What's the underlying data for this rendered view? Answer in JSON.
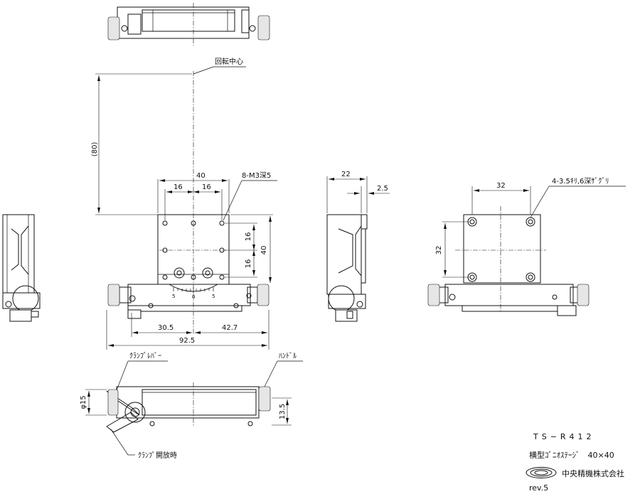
{
  "labels": {
    "rotation_center": "回転中心",
    "dim_80": "(80)",
    "dim_40_top": "40",
    "dim_16_left": "16",
    "dim_16_right": "16",
    "tapped_holes": "8-M3深5",
    "dim_16_v1": "16",
    "dim_16_v2": "16",
    "dim_40_v": "40",
    "dim_30_5": "30.5",
    "dim_42_7": "42.7",
    "dim_92_5": "92.5",
    "scale_5_left": "5",
    "scale_0": "0",
    "scale_5_right": "5",
    "dim_22": "22",
    "dim_2_5": "2.5",
    "dim_32_h": "32",
    "mount_holes": "4-3.5ｷﾘ,6深ｻﾞｸﾞﾘ",
    "dim_32_v": "32",
    "clamp_lever": "ｸﾗﾝﾌﾟﾚﾊﾞｰ",
    "handle": "ﾊﾝﾄﾞﾙ",
    "dim_phi15": "φ15",
    "dim_13_5": "13.5",
    "clamp_open": "ｸﾗﾝﾌﾟ開放時"
  },
  "title_block": {
    "model": "TS−R412",
    "product_name": "横型ｺﾞﾆｵｽﾃｰｼﾞ　40×40",
    "company": "中央精機株式会社",
    "revision": "rev.5"
  }
}
